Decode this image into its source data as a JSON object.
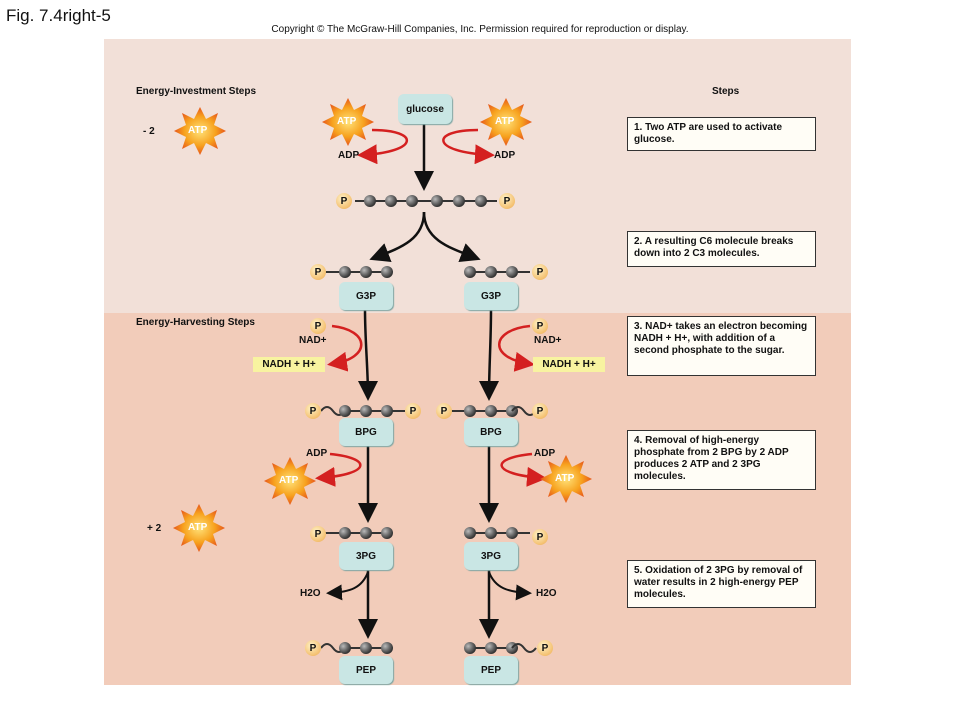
{
  "fig_title": "Fig. 7.4right-5",
  "copyright": "Copyright © The McGraw-Hill Companies, Inc. Permission required for reproduction or display.",
  "section_labels": {
    "investment": "Energy-Investment Steps",
    "harvesting": "Energy-Harvesting Steps",
    "steps": "Steps"
  },
  "tally": {
    "minus": "- 2",
    "plus": "+ 2"
  },
  "molecules": {
    "glucose": "glucose",
    "g3p": "G3P",
    "bpg": "BPG",
    "pg3": "3PG",
    "pep": "PEP"
  },
  "labels": {
    "atp": "ATP",
    "adp": "ADP",
    "nad": "NAD+",
    "nadh": "NADH + H+",
    "h2o": "H2O",
    "p": "P"
  },
  "steps": [
    "1. Two ATP are used to activate glucose.",
    "2. A resulting C6 molecule breaks down into 2 C3 molecules.",
    "3. NAD+ takes an electron becoming NADH + H+, with addition of a second phosphate to the sugar.",
    "4. Removal of high-energy phosphate from 2 BPG by 2 ADP produces 2 ATP and 2 3PG molecules.",
    "5. Oxidation of 2 3PG by removal of water results in 2 high-energy PEP molecules."
  ],
  "colors": {
    "atp_star": "#f5a623",
    "arrow_red": "#d42020",
    "molecule_box": "#c9e6e4",
    "nadh_box": "#f8f3a0"
  }
}
